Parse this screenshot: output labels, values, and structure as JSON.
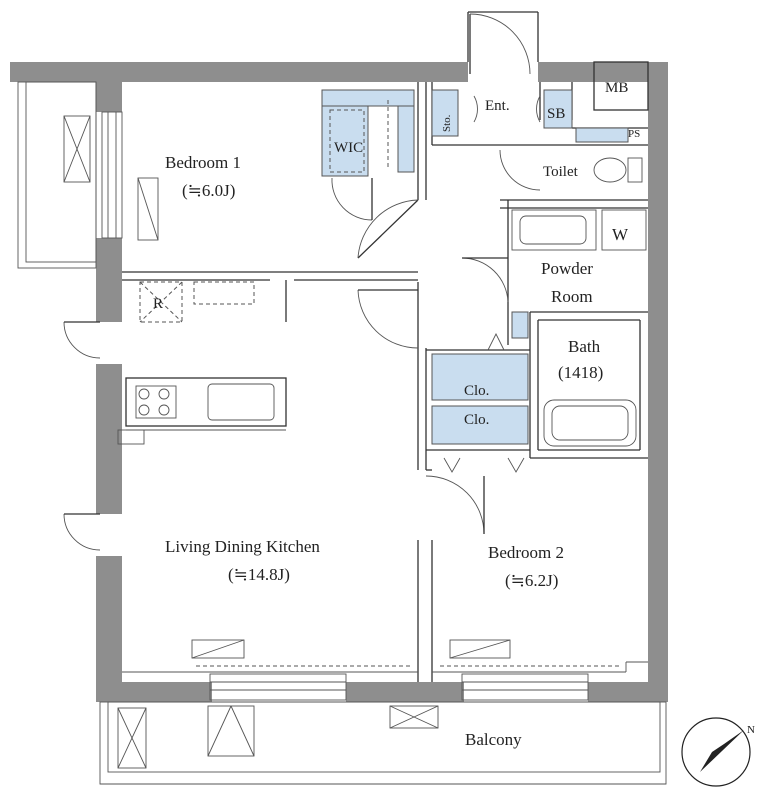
{
  "rooms": {
    "bedroom1": {
      "name": "Bedroom 1",
      "size": "(≒6.0J)"
    },
    "wic": "WIC",
    "sto": "Sto.",
    "ent": "Ent.",
    "sb": "SB",
    "mb": "MB",
    "ps": "PS",
    "toilet": "Toilet",
    "washer": "W",
    "powder": {
      "line1": "Powder",
      "line2": "Room"
    },
    "bath": {
      "name": "Bath",
      "size": "(1418)"
    },
    "clo1": "Clo.",
    "clo2": "Clo.",
    "refrigerator": "R",
    "ldk": {
      "name": "Living Dining Kitchen",
      "size": "(≒14.8J)"
    },
    "bedroom2": {
      "name": "Bedroom 2",
      "size": "(≒6.2J)"
    },
    "balcony": "Balcony"
  },
  "compass": {
    "label": "N"
  },
  "colors": {
    "wall": "#8e8e8e",
    "closet": "#c9ddef",
    "line": "#333333"
  }
}
